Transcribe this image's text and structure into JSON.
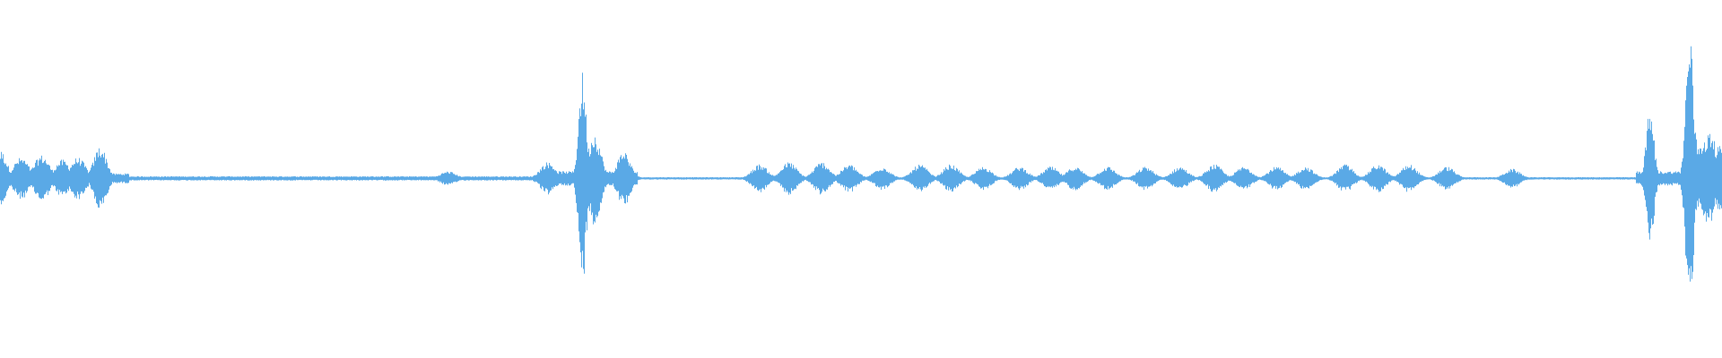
{
  "waveform": {
    "color": "#5aa9e6",
    "background": "#ffffff",
    "duration_fraction_note": "",
    "events": [
      {
        "t": 0.0,
        "amp": 0.12
      },
      {
        "t": 0.012,
        "amp": 0.09
      },
      {
        "t": 0.024,
        "amp": 0.1
      },
      {
        "t": 0.036,
        "amp": 0.08
      },
      {
        "t": 0.045,
        "amp": 0.09
      },
      {
        "t": 0.058,
        "amp": 0.14
      },
      {
        "t": 0.26,
        "amp": 0.03
      },
      {
        "t": 0.318,
        "amp": 0.07
      },
      {
        "t": 0.338,
        "amp": 0.46
      },
      {
        "t": 0.345,
        "amp": 0.2
      },
      {
        "t": 0.362,
        "amp": 0.12
      },
      {
        "t": 0.441,
        "amp": 0.06
      },
      {
        "t": 0.458,
        "amp": 0.07
      },
      {
        "t": 0.477,
        "amp": 0.07
      },
      {
        "t": 0.493,
        "amp": 0.06
      },
      {
        "t": 0.512,
        "amp": 0.05
      },
      {
        "t": 0.534,
        "amp": 0.06
      },
      {
        "t": 0.552,
        "amp": 0.06
      },
      {
        "t": 0.571,
        "amp": 0.05
      },
      {
        "t": 0.592,
        "amp": 0.05
      },
      {
        "t": 0.61,
        "amp": 0.05
      },
      {
        "t": 0.624,
        "amp": 0.05
      },
      {
        "t": 0.643,
        "amp": 0.05
      },
      {
        "t": 0.665,
        "amp": 0.05
      },
      {
        "t": 0.685,
        "amp": 0.05
      },
      {
        "t": 0.705,
        "amp": 0.06
      },
      {
        "t": 0.722,
        "amp": 0.05
      },
      {
        "t": 0.741,
        "amp": 0.05
      },
      {
        "t": 0.758,
        "amp": 0.05
      },
      {
        "t": 0.781,
        "amp": 0.06
      },
      {
        "t": 0.8,
        "amp": 0.06
      },
      {
        "t": 0.818,
        "amp": 0.06
      },
      {
        "t": 0.84,
        "amp": 0.05
      },
      {
        "t": 0.878,
        "amp": 0.04
      },
      {
        "t": 0.958,
        "amp": 0.3
      },
      {
        "t": 0.981,
        "amp": 0.64
      },
      {
        "t": 0.992,
        "amp": 0.2
      }
    ]
  }
}
